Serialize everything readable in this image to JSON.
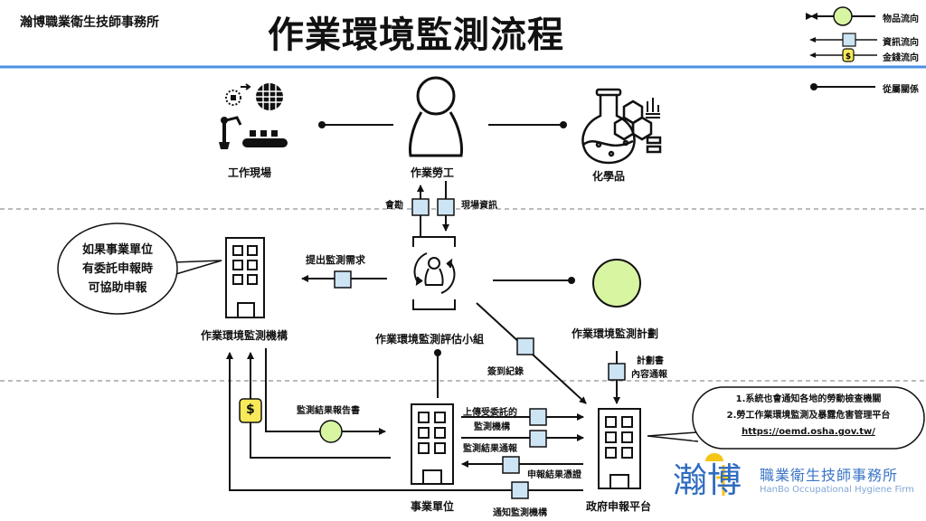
{
  "header": {
    "company": "瀚博職業衛生技師事務所",
    "title": "作業環境監測流程"
  },
  "legend": {
    "items": [
      {
        "label": "物品流向",
        "symbol": "green-circle"
      },
      {
        "label": "資訊流向",
        "symbol": "blue-square"
      },
      {
        "label": "金錢流向",
        "symbol": "yellow-dollar"
      },
      {
        "label": "從屬關係",
        "symbol": "dot-line"
      }
    ]
  },
  "colors": {
    "accent_line": "#4a90e2",
    "item_flow": "#d8f5a2",
    "info_flow": "#cde4f5",
    "money_flow": "#f7ea5a",
    "brand": "#2f6cc0"
  },
  "nodes": {
    "workplace": "工作現場",
    "worker": "作業勞工",
    "chemicals": "化學品",
    "monitoring_agency": "作業環境監測機構",
    "assessment_team": "作業環境監測評估小組",
    "monitoring_plan": "作業環境監測計劃",
    "business_unit": "事業單位",
    "gov_platform": "政府申報平台"
  },
  "flows": {
    "survey": "會勘",
    "site_info": "現場資訊",
    "request_monitoring": "提出監測需求",
    "sign_in_record": "簽到紀錄",
    "plan_notice_line1": "計劃書",
    "plan_notice_line2": "內容通報",
    "report": "監測結果報告書",
    "upload_agency_line1": "上傳受委託的",
    "upload_agency_line2": "監測機構",
    "result_notice": "監測結果通報",
    "result_proof": "申報結果憑證",
    "notify_agency": "通知監測機構",
    "money_symbol": "$"
  },
  "callouts": {
    "agency_note": [
      "如果事業單位",
      "有委託申報時",
      "可協助申報"
    ],
    "platform_note_line1": "1.系統也會通知各地的勞動檢查機關",
    "platform_note_line2": "2.勞工作業環境監測及暴露危害管理平台",
    "platform_url": "https://oemd.osha.gov.tw/"
  },
  "brand": {
    "logo": "瀚博",
    "name_cn": "職業衛生技師事務所",
    "name_en": "HanBo Occupational Hygiene Firm"
  }
}
